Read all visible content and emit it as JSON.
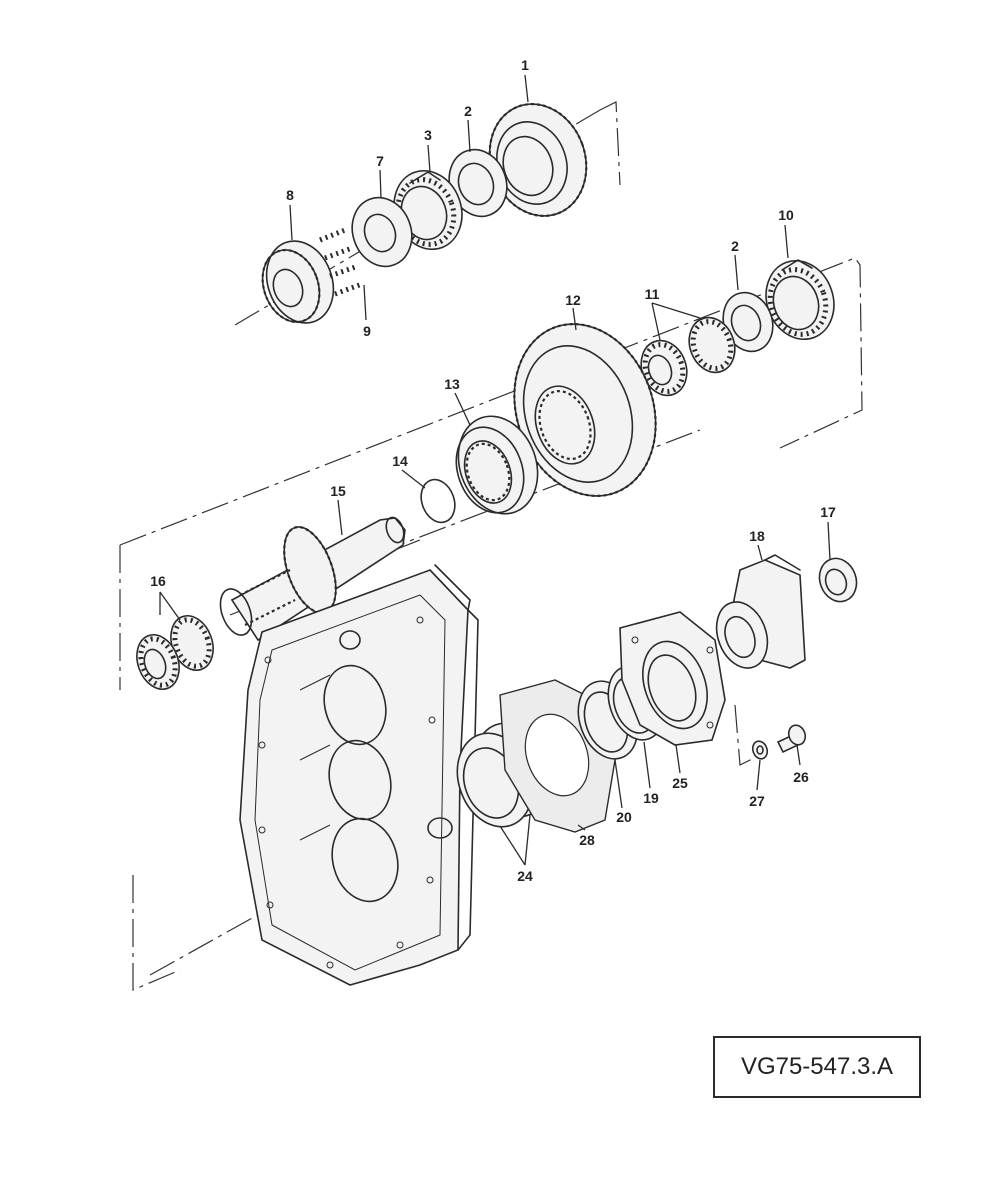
{
  "callouts": {
    "c1": "1",
    "c2a": "2",
    "c3": "3",
    "c7": "7",
    "c8": "8",
    "c9": "9",
    "c10": "10",
    "c2b": "2",
    "c11": "11",
    "c12": "12",
    "c13": "13",
    "c14": "14",
    "c15": "15",
    "c16": "16",
    "c17": "17",
    "c18": "18",
    "c24": "24",
    "c28": "28",
    "c20": "20",
    "c19": "19",
    "c25": "25",
    "c27": "27",
    "c26": "26"
  },
  "reference_code": "VG75-547.3.A"
}
